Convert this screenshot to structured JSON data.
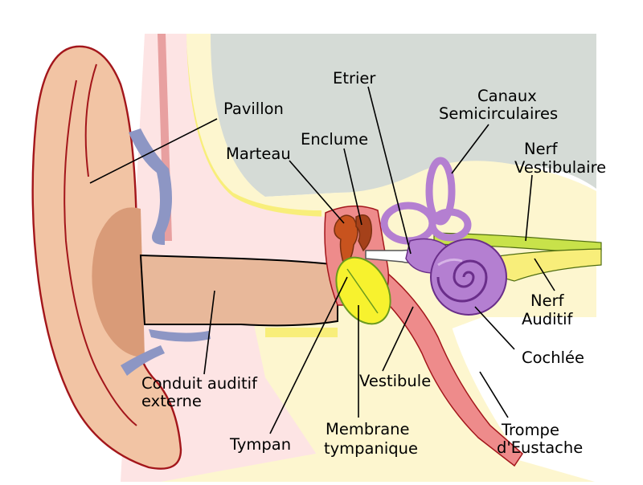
{
  "labels": {
    "pavillon": "Pavillon",
    "etrier": "Etrier",
    "canaux_l1": "Canaux",
    "canaux_l2": "Semicirculaires",
    "enclume": "Enclume",
    "marteau": "Marteau",
    "nerf_vest_l1": "Nerf",
    "nerf_vest_l2": "Vestibulaire",
    "nerf_aud_l1": "Nerf",
    "nerf_aud_l2": "Auditif",
    "conduit_l1": "Conduit auditif",
    "conduit_l2": "externe",
    "vestibule": "Vestibule",
    "cochlee": "Cochlée",
    "trompe_l1": "Trompe",
    "trompe_l2": "d'Eustache",
    "tympan": "Tympan",
    "membrane_l1": "Membrane",
    "membrane_l2": "tympanique"
  },
  "colors": {
    "skin": "#f2c4a4",
    "skin_dark": "#d99b78",
    "skin_outline": "#a3161b",
    "canal": "#e8b89a",
    "bone_gray": "#d5dbd6",
    "pale_pink": "#fde4e4",
    "cream": "#fdf6cf",
    "yellow": "#f8ee7a",
    "blue_gray": "#8d96c4",
    "purple": "#b47fd1",
    "purple_dark": "#6a2e8a",
    "tympan": "#f7f22e",
    "tympan_edge": "#6b9a1e",
    "ossicle": "#c8531e",
    "ossicle_dark": "#7a3010",
    "red_tube": "#ee8b8b",
    "nerve_green": "#c8e24a"
  }
}
